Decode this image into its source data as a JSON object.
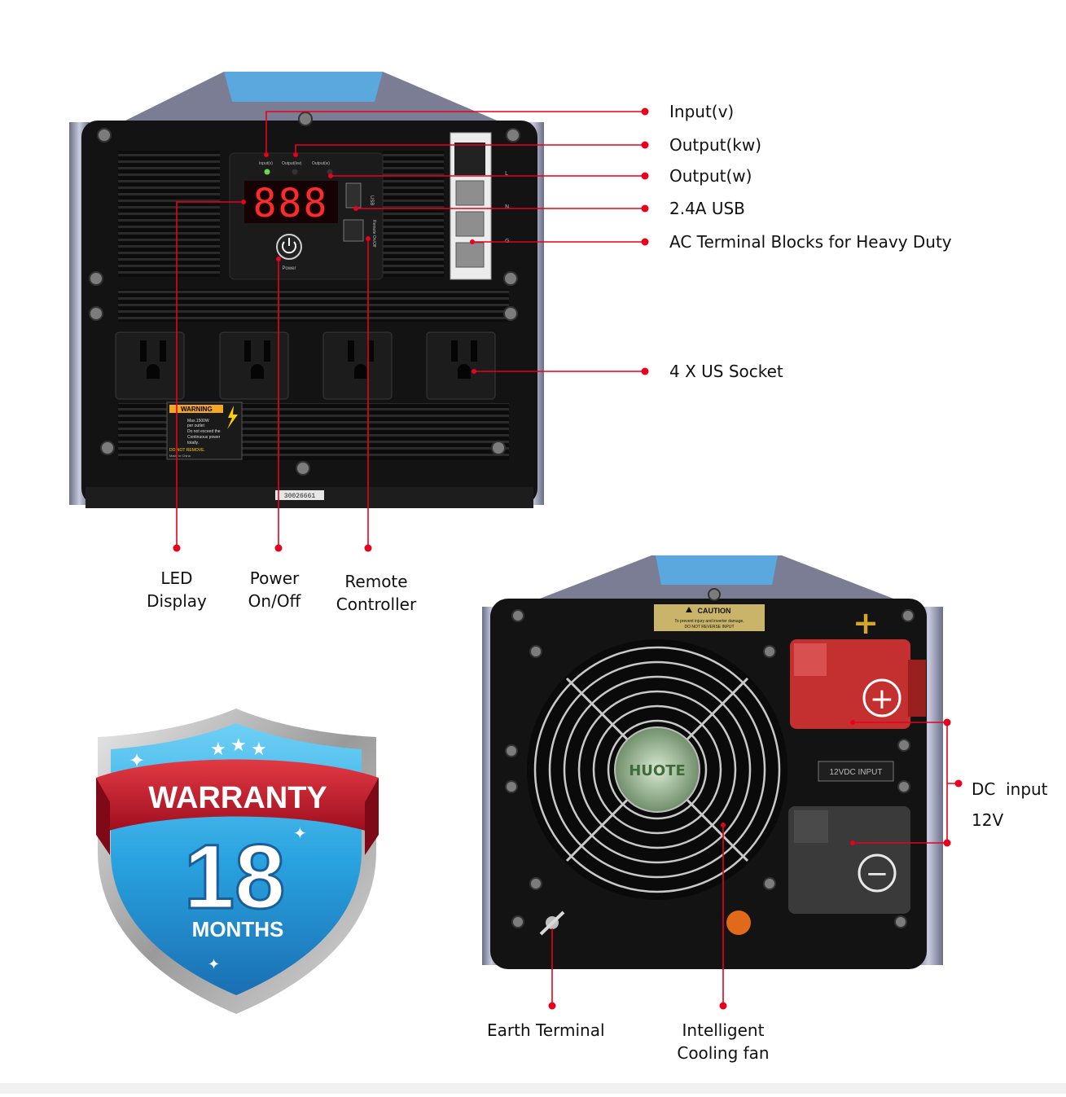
{
  "front_panel": {
    "indicator_labels": [
      "Input(v)",
      "Output(kw)",
      "Output(w)"
    ],
    "display_value": "888",
    "usb_label": "USB",
    "remote_label": "Remote On/Off",
    "power_label": "Power",
    "terminal_letters": [
      "L",
      "N",
      "G"
    ],
    "warning_title": "WARNING",
    "warning_lines": [
      "Max.1500W",
      "per outlet",
      "Do not exceed the",
      "Continuous power",
      "totally."
    ],
    "warning_footer": "DO NOT REMOVE.",
    "warning_made": "Made in China",
    "serial": "30026661"
  },
  "rear_panel": {
    "caution_title": "CAUTION",
    "caution_lines": [
      "To prevent injury and inverter damage,",
      "DO NOT REVERSE INPUT"
    ],
    "dc_input_plate": "12VDC INPUT",
    "plus_symbol": "+",
    "minus_symbol": "−",
    "fan_brand": "HUOTE"
  },
  "callouts": {
    "input_v": "Input(v)",
    "output_kw": "Output(kw)",
    "output_w": "Output(w)",
    "usb": "2.4A USB",
    "ac_terminal": "AC Terminal Blocks for Heavy Duty",
    "us_socket": "4 X US Socket",
    "led_display": [
      "LED",
      "Display"
    ],
    "power_onoff": [
      "Power",
      "On/Off"
    ],
    "remote_controller": [
      "Remote",
      "Controller"
    ],
    "dc_input": [
      "DC  input",
      "12V"
    ],
    "earth_terminal": "Earth Terminal",
    "cooling_fan": [
      "Intelligent",
      "Cooling fan"
    ]
  },
  "warranty": {
    "title": "WARRANTY",
    "number": "18",
    "unit": "MONTHS"
  },
  "colors": {
    "callout_red": "#e8001c",
    "ribbon_red": "#c8102e",
    "shield_blue": "#29a3e0",
    "terminal_red": "#cc2a2a",
    "device_black": "#131313"
  }
}
